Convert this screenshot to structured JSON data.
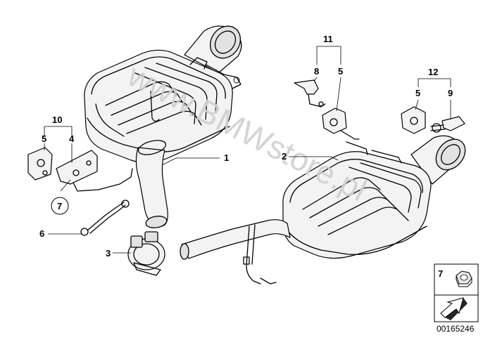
{
  "watermark": "www.BMWstore.pl",
  "callouts": {
    "c1": "1",
    "c2": "2",
    "c3": "3",
    "c4": "4",
    "c5a": "5",
    "c5b": "5",
    "c5c": "5",
    "c6": "6",
    "c7": "7",
    "c8": "8",
    "c9": "9",
    "c10": "10",
    "c11": "11",
    "c12": "12"
  },
  "legend": {
    "item_number": "7"
  },
  "reference_number": "00165246"
}
